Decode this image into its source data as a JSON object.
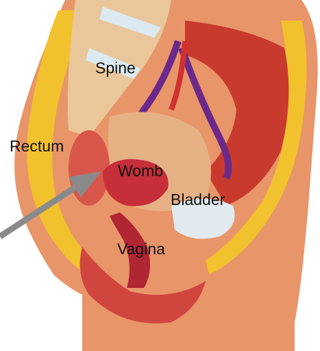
{
  "labels": {
    "spine": "Spine",
    "rectum": "Rectum",
    "womb": "Womb",
    "bladder": "Bladder",
    "vagina": "Vagina"
  },
  "colors": {
    "skin": "#e8956a",
    "fat": "#f2c12e",
    "muscle": "#c93a2e",
    "bone": "#e9c79a",
    "vessel_purple": "#6b2a8a",
    "pointer_arrow": "#8a8a8a"
  }
}
